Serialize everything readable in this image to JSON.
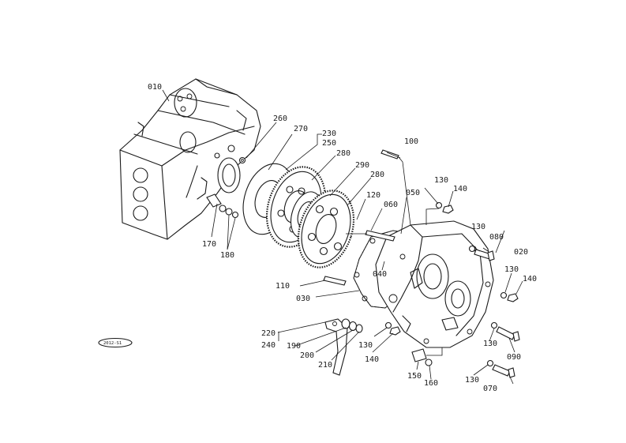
{
  "parts": {
    "p010": "010",
    "p020": "020",
    "p030": "030",
    "p040": "040",
    "p050": "050",
    "p060": "060",
    "p070": "070",
    "p080": "080",
    "p090": "090",
    "p100": "100",
    "p110": "110",
    "p120": "120",
    "p130": "130",
    "p140": "140",
    "p150": "150",
    "p160": "160",
    "p170": "170",
    "p180": "180",
    "p190": "190",
    "p200": "200",
    "p210": "210",
    "p220": "220",
    "p230": "230",
    "p240": "240",
    "p250": "250",
    "p260": "260",
    "p270": "270",
    "p280": "280",
    "p290": "290"
  },
  "stamp": "2012-S1"
}
